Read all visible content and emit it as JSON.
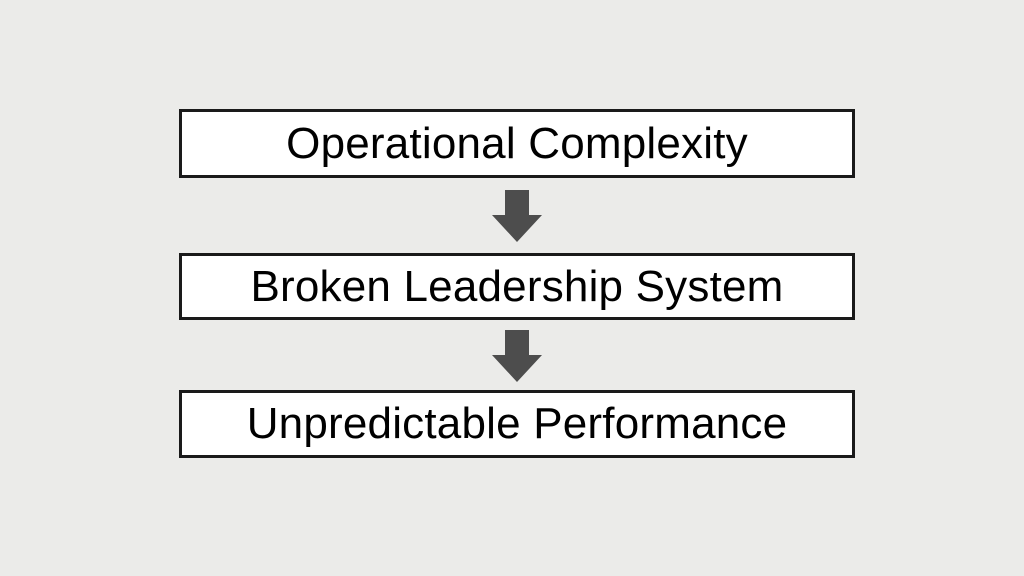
{
  "colors": {
    "background": "#ebebe9",
    "box_border": "#1a1a1a",
    "box_fill": "#ffffff",
    "text": "#000000",
    "arrow": "#4d4d4d"
  },
  "diagram": {
    "type": "flow",
    "direction": "top-to-bottom",
    "nodes": [
      {
        "id": "node-1",
        "label": "Operational Complexity"
      },
      {
        "id": "node-2",
        "label": "Broken Leadership System"
      },
      {
        "id": "node-3",
        "label": "Unpredictable Performance"
      }
    ],
    "connectors": [
      {
        "from": "node-1",
        "to": "node-2",
        "style": "block-arrow-down"
      },
      {
        "from": "node-2",
        "to": "node-3",
        "style": "block-arrow-down"
      }
    ]
  }
}
